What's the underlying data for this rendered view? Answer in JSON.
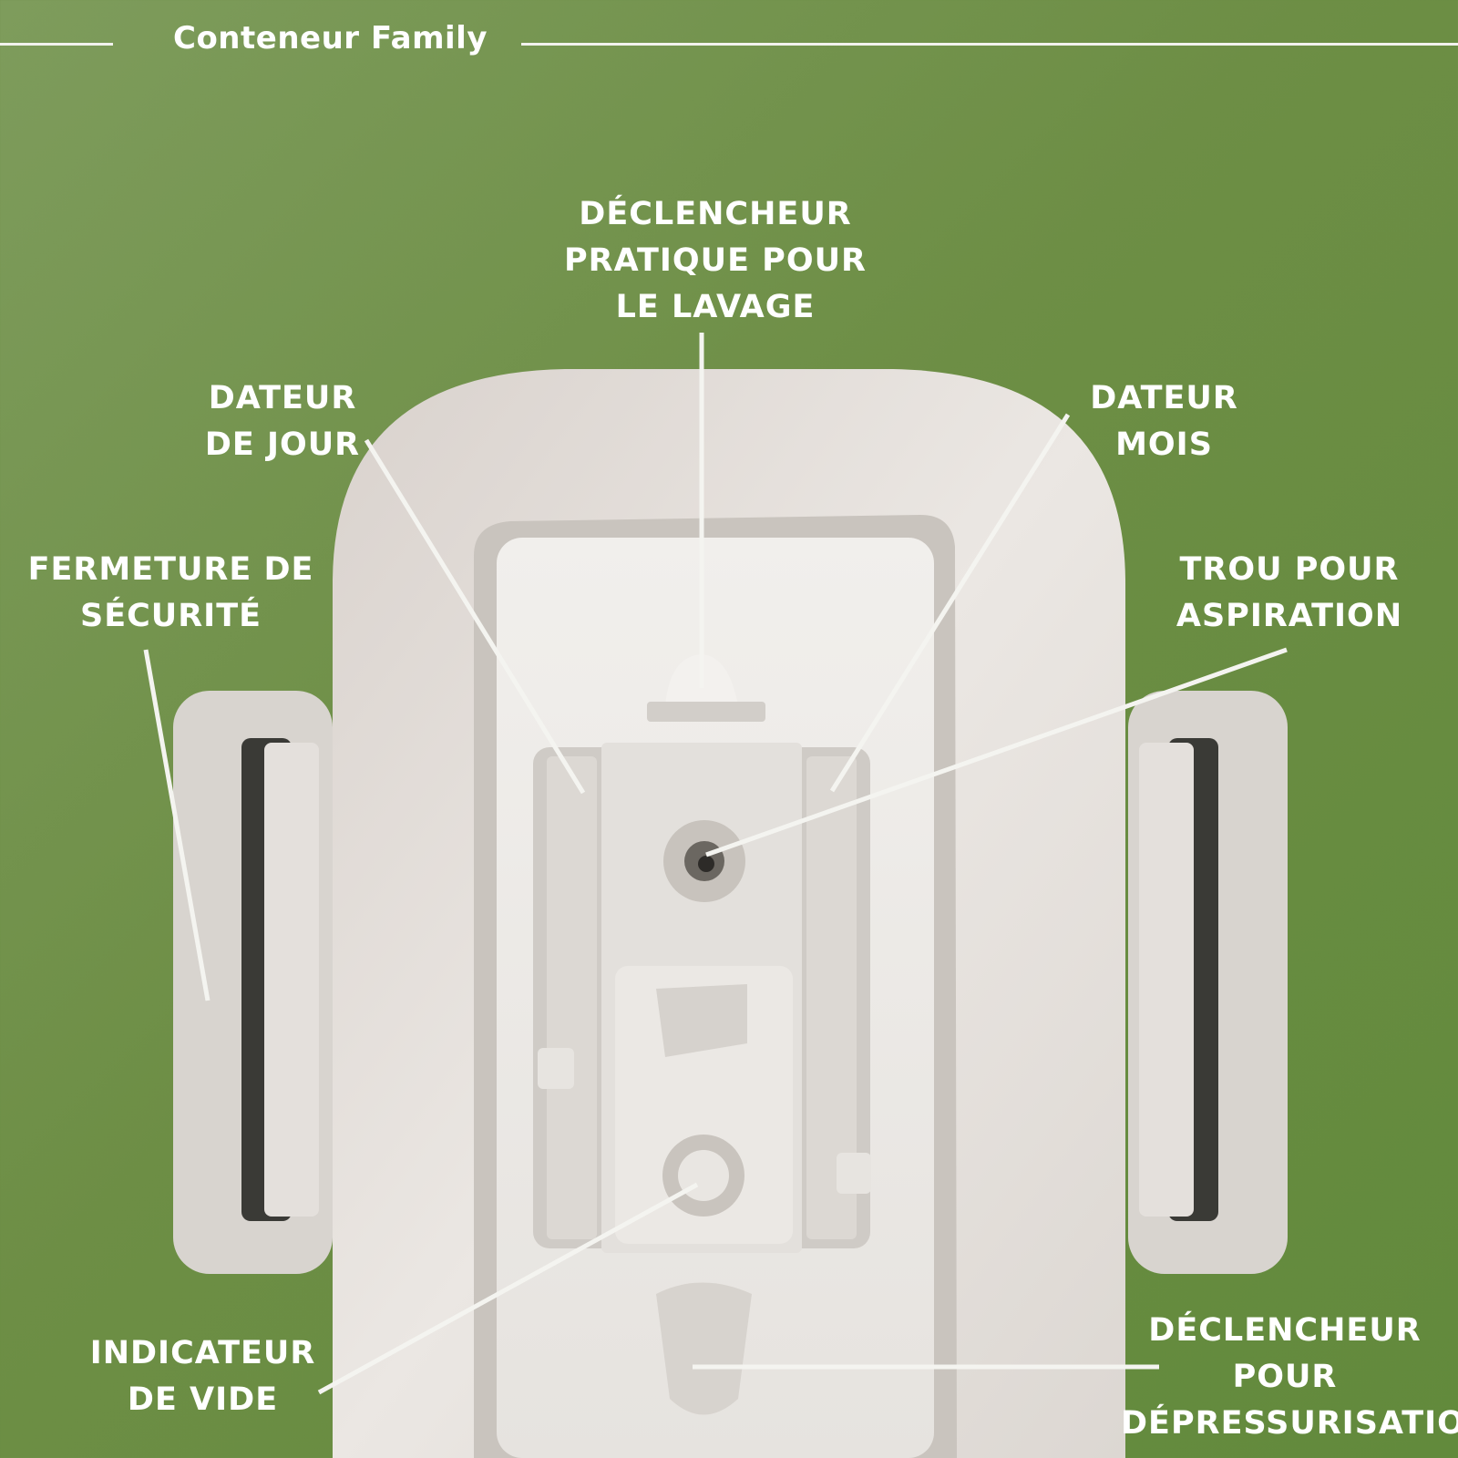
{
  "brand": {
    "name": "Conteneur Family"
  },
  "colors": {
    "background": "#6d8e45",
    "text": "#ffffff",
    "lid": "#e9e5e1"
  },
  "labels": {
    "washing_trigger": [
      "DÉCLENCHEUR",
      "PRATIQUE POUR",
      "LE LAVAGE"
    ],
    "day_dater": [
      "DATEUR",
      "DE JOUR"
    ],
    "month_dater": [
      "DATEUR",
      "MOIS"
    ],
    "safety_lock": [
      "FERMETURE DE",
      "SÉCURITÉ"
    ],
    "suction_hole": [
      "TROU POUR",
      "ASPIRATION"
    ],
    "vacuum_indicator": [
      "INDICATEUR",
      "DE VIDE"
    ],
    "depressurization_trigger": [
      "DÉCLENCHEUR",
      "POUR",
      "DÉPRESSURISATION"
    ]
  }
}
